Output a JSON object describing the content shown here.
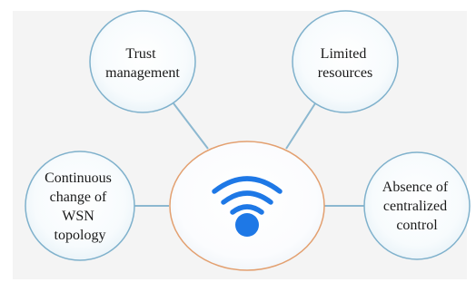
{
  "diagram": {
    "center": {
      "icon": "wifi-icon",
      "icon_color": "#1e78e6",
      "outline_color": "#e3a070"
    },
    "node_outline_color": "#7fb1cc",
    "edge_color": "#8cb8d0",
    "nodes": [
      {
        "id": "trust",
        "lines": [
          "Trust",
          "management"
        ]
      },
      {
        "id": "limited",
        "lines": [
          "Limited",
          "resources"
        ]
      },
      {
        "id": "continuous",
        "lines": [
          "Continuous",
          "change of",
          "WSN",
          "topology"
        ]
      },
      {
        "id": "absence",
        "lines": [
          "Absence of",
          "centralized",
          "control"
        ]
      }
    ]
  }
}
